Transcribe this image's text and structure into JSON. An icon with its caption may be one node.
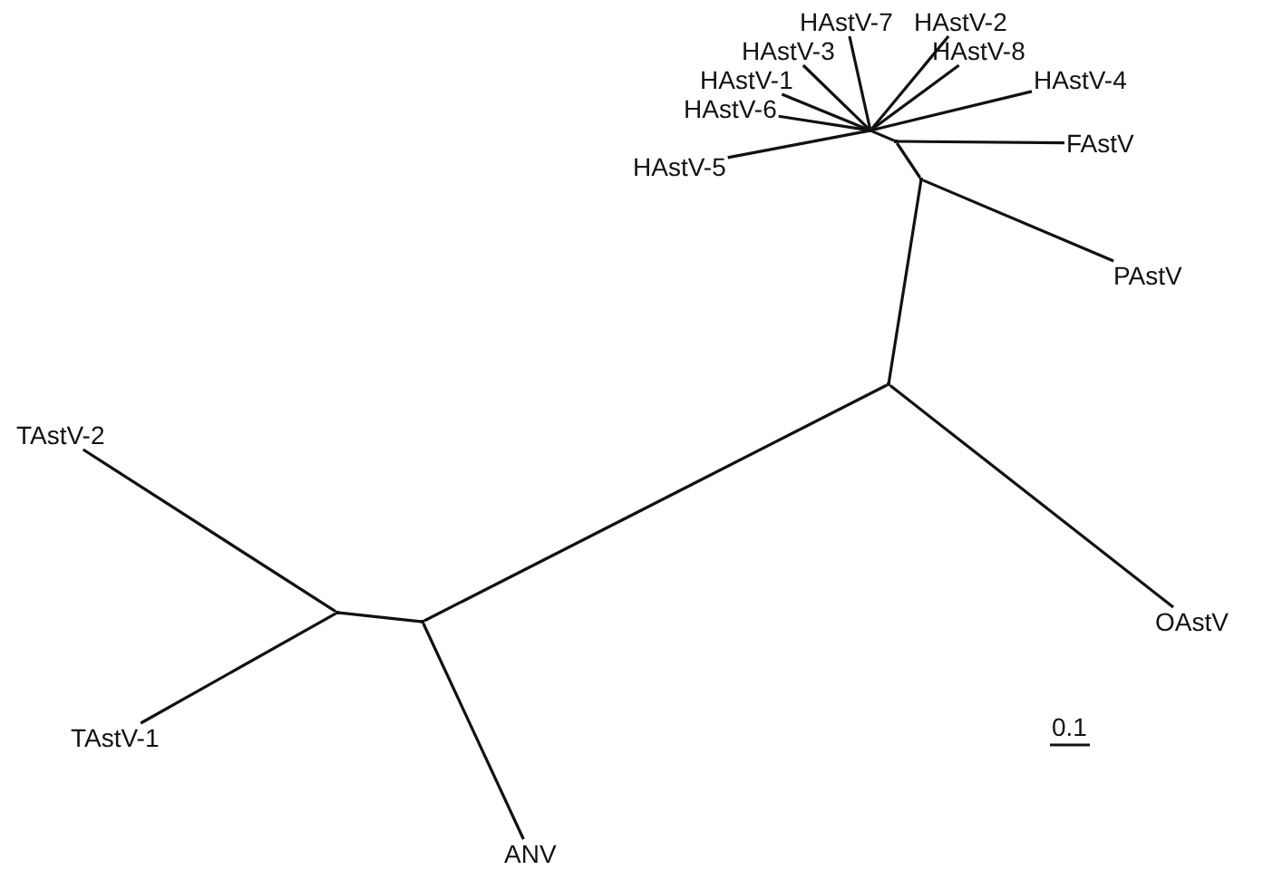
{
  "diagram": {
    "nodes": [
      {
        "text": [
          "HAstV-7"
        ]
      },
      {
        "text": [
          "HAstV-2"
        ]
      },
      {
        "text": [
          "HAstV-3"
        ]
      },
      {
        "text": [
          "HAstV-8"
        ]
      },
      {
        "text": [
          "HAstV-1"
        ]
      },
      {
        "text": [
          "HAstV-4"
        ]
      },
      {
        "text": [
          "HAstV-6"
        ]
      },
      {
        "text": [
          "FAstV"
        ]
      },
      {
        "text": [
          "HAstV-5"
        ]
      },
      {
        "text": [
          "PAstV"
        ]
      },
      {
        "text": [
          "TAstV-2"
        ]
      },
      {
        "text": [
          "OAstV"
        ]
      },
      {
        "text": [
          "TAstV-1"
        ]
      },
      {
        "text": [
          "ANV"
        ]
      },
      {
        "text": [],
        "shape": "point"
      },
      {
        "text": [],
        "shape": "point"
      },
      {
        "text": [],
        "shape": "point"
      },
      {
        "text": [],
        "shape": "point"
      },
      {
        "text": [],
        "shape": "point"
      },
      {
        "text": [],
        "shape": "point"
      }
    ],
    "edges": [
      {
        "from": 14,
        "to": 0,
        "arrow": "none"
      },
      {
        "from": 14,
        "to": 1,
        "arrow": "none"
      },
      {
        "from": 14,
        "to": 2,
        "arrow": "none"
      },
      {
        "from": 14,
        "to": 3,
        "arrow": "none"
      },
      {
        "from": 14,
        "to": 4,
        "arrow": "none"
      },
      {
        "from": 14,
        "to": 5,
        "arrow": "none"
      },
      {
        "from": 14,
        "to": 6,
        "arrow": "none"
      },
      {
        "from": 14,
        "to": 8,
        "arrow": "none"
      },
      {
        "from": 14,
        "to": 15,
        "arrow": "none"
      },
      {
        "from": 15,
        "to": 7,
        "arrow": "none"
      },
      {
        "from": 15,
        "to": 16,
        "arrow": "none"
      },
      {
        "from": 16,
        "to": 9,
        "arrow": "none"
      },
      {
        "from": 16,
        "to": 17,
        "arrow": "none"
      },
      {
        "from": 17,
        "to": 11,
        "arrow": "none"
      },
      {
        "from": 17,
        "to": 18,
        "arrow": "none"
      },
      {
        "from": 18,
        "to": 13,
        "arrow": "none"
      },
      {
        "from": 18,
        "to": 19,
        "arrow": "none"
      },
      {
        "from": 19,
        "to": 10,
        "arrow": "none"
      },
      {
        "from": 19,
        "to": 12,
        "arrow": "none"
      }
    ],
    "labels": [
      "0.1"
    ]
  }
}
